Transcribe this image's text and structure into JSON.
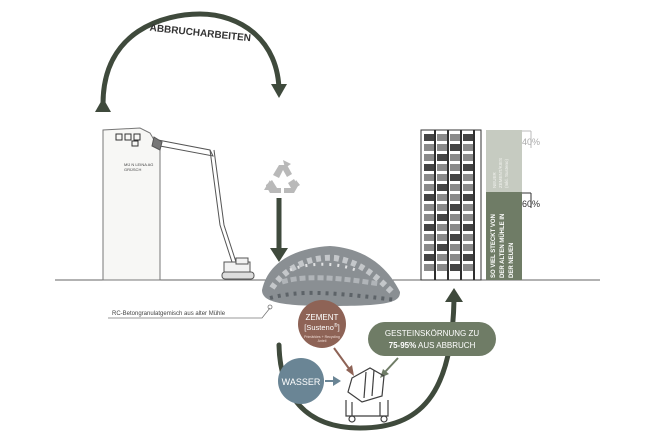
{
  "top_arc": {
    "label": "ABBRUCHARBEITEN"
  },
  "old_mill": {
    "sign_text": "MÜ    N LEINA AG\nGRÜSCH"
  },
  "rubble": {
    "caption": "RC-Betongranulatgemisch aus alter Mühle"
  },
  "cement": {
    "title": "ZEMENT",
    "subtitle": "[Susteno",
    "subtitle_sup": "®",
    "subtitle_end": "]",
    "note_line1": "Primärkies + Recycling",
    "note_line2": "Anteil"
  },
  "water": {
    "label": "WASSER"
  },
  "grain_bubble": {
    "line1": "GESTEINSKÖRNUNG ZU",
    "line2_bold": "75-95%",
    "line2_rest": " AUS ABBRUCH"
  },
  "new_building": {
    "upper_text": [
      "NEUER",
      "ZEMENT/KIES",
      "(Inkl. Susteno)"
    ],
    "upper_percent": "40%",
    "lower_text": [
      "SO VIEL STECKT VON",
      "DER ALTEN MÜHLE IN",
      "DER NEUEN"
    ],
    "lower_percent": "60%"
  },
  "colors": {
    "dark": "#3f4a3c",
    "sage": "#6f7c66",
    "sage_light": "#c6cbc1",
    "brown": "#8e6356",
    "blue": "#6a8595",
    "line": "#555555"
  },
  "icons": [
    "recycle-icon",
    "cement-mixer-icon",
    "excavator-icon"
  ]
}
